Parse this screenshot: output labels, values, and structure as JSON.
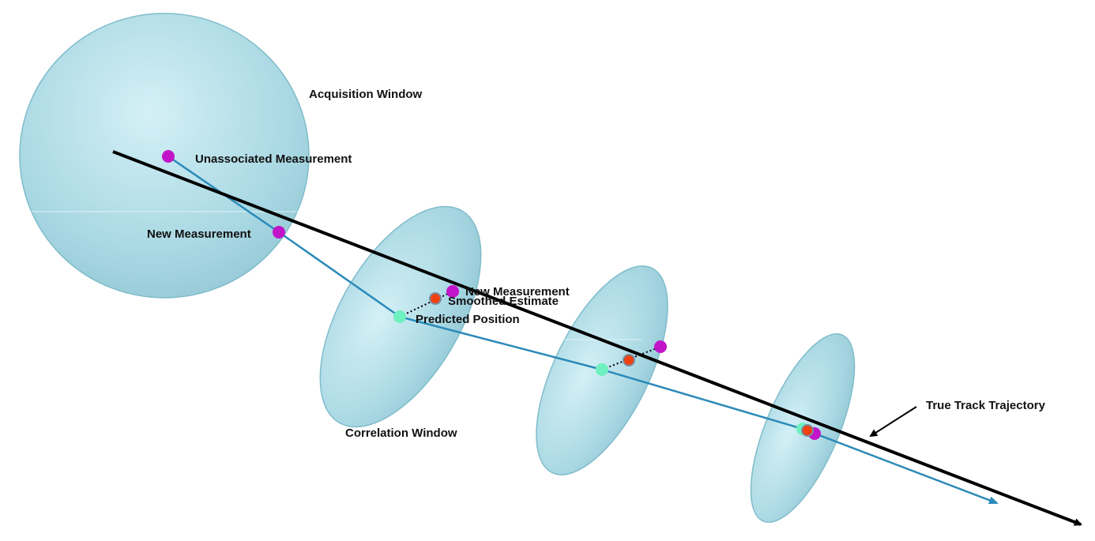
{
  "labels": {
    "acquisition_window": "Acquisition Window",
    "unassociated_measurement": "Unassociated Measurement",
    "new_measurement_1": "New Measurement",
    "new_measurement_2": "New Measurement",
    "smoothed_estimate": "Smoothed Estimate",
    "predicted_position": "Predicted Position",
    "correlation_window": "Correlation Window",
    "true_track_trajectory": "True Track Trajectory"
  },
  "colors": {
    "window_fill": "#a9d8e3",
    "window_fill_light": "#d4f0f6",
    "window_edge": "#7fbccb",
    "true_track": "#000000",
    "track_line": "#2b8ab8",
    "measurement": "#c215c9",
    "smoothed_estimate": "#f04210",
    "predicted_position": "#6ff0c0"
  }
}
